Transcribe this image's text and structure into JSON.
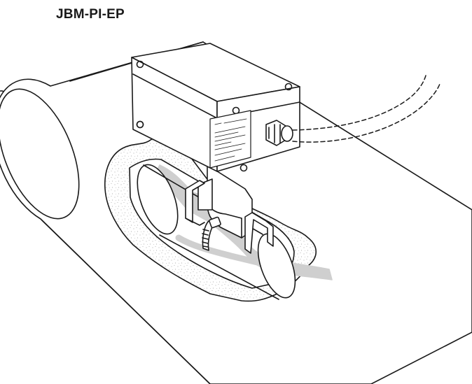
{
  "title": "JBM-PI-EP",
  "colors": {
    "ink": "#1a1a1a",
    "background": "#ffffff",
    "insulation_speckle": "#9a9a9a",
    "heating_cable": "#cfcfcf",
    "heating_cable_light": "#e4e4e4"
  },
  "icons": {
    "junction-box": "rect-box",
    "cable-gland": "hex-nut",
    "cable-tie": "ribbed-band",
    "mounting-clip": "u-bracket"
  }
}
